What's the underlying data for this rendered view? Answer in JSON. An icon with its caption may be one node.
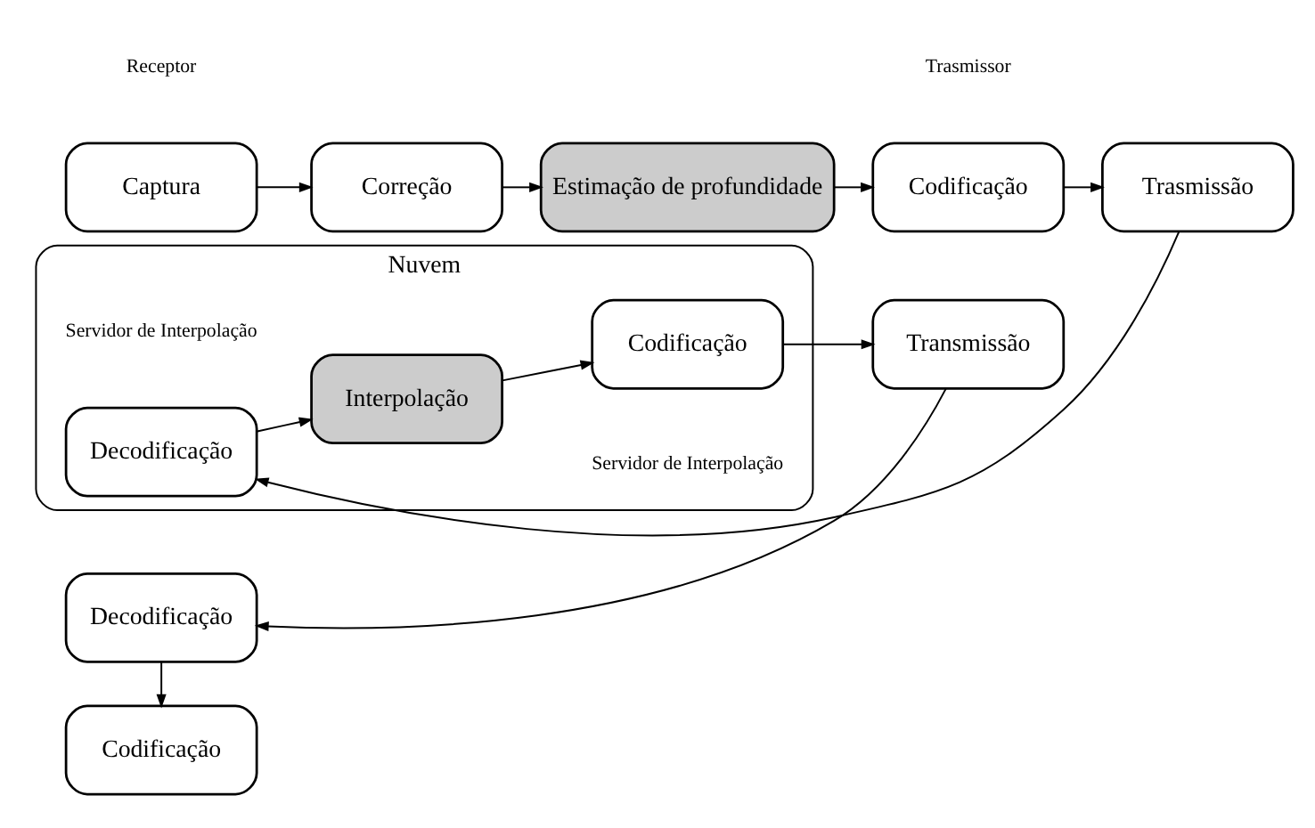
{
  "diagram": {
    "nodes": [
      {
        "text": [
          "Captura"
        ]
      },
      {
        "text": [
          "Correção"
        ]
      },
      {
        "text": [
          "Estimação de profundidade"
        ]
      },
      {
        "text": [
          "Codificação"
        ]
      },
      {
        "text": [
          "Trasmissão"
        ]
      },
      {
        "text": [
          "Nuvem"
        ]
      },
      {
        "text": [
          "Decodificação"
        ],
        "in": 5
      },
      {
        "text": [
          "Interpolação"
        ],
        "in": 5
      },
      {
        "text": [
          "Codificação"
        ],
        "in": 5
      },
      {
        "text": [
          "Transmissão"
        ]
      },
      {
        "text": [
          "Decodificação"
        ]
      },
      {
        "text": [
          "Codificação"
        ]
      }
    ],
    "edges": [
      {
        "from": 0,
        "to": 1,
        "arrow": "to"
      },
      {
        "from": 1,
        "to": 2,
        "arrow": "to"
      },
      {
        "from": 2,
        "to": 3,
        "arrow": "to"
      },
      {
        "from": 3,
        "to": 4,
        "arrow": "to"
      },
      {
        "from": 4,
        "to": 6,
        "arrow": "to"
      },
      {
        "from": 6,
        "to": 7,
        "arrow": "to"
      },
      {
        "from": 7,
        "to": 8,
        "arrow": "to"
      },
      {
        "from": 8,
        "to": 9,
        "arrow": "to"
      },
      {
        "from": 9,
        "to": 10,
        "arrow": "to"
      },
      {
        "from": 10,
        "to": 11,
        "arrow": "to"
      }
    ],
    "labels": [
      "Trasmissor",
      "Servidor de Interpolação",
      "Servidor de Interpolação",
      "Receptor"
    ]
  }
}
